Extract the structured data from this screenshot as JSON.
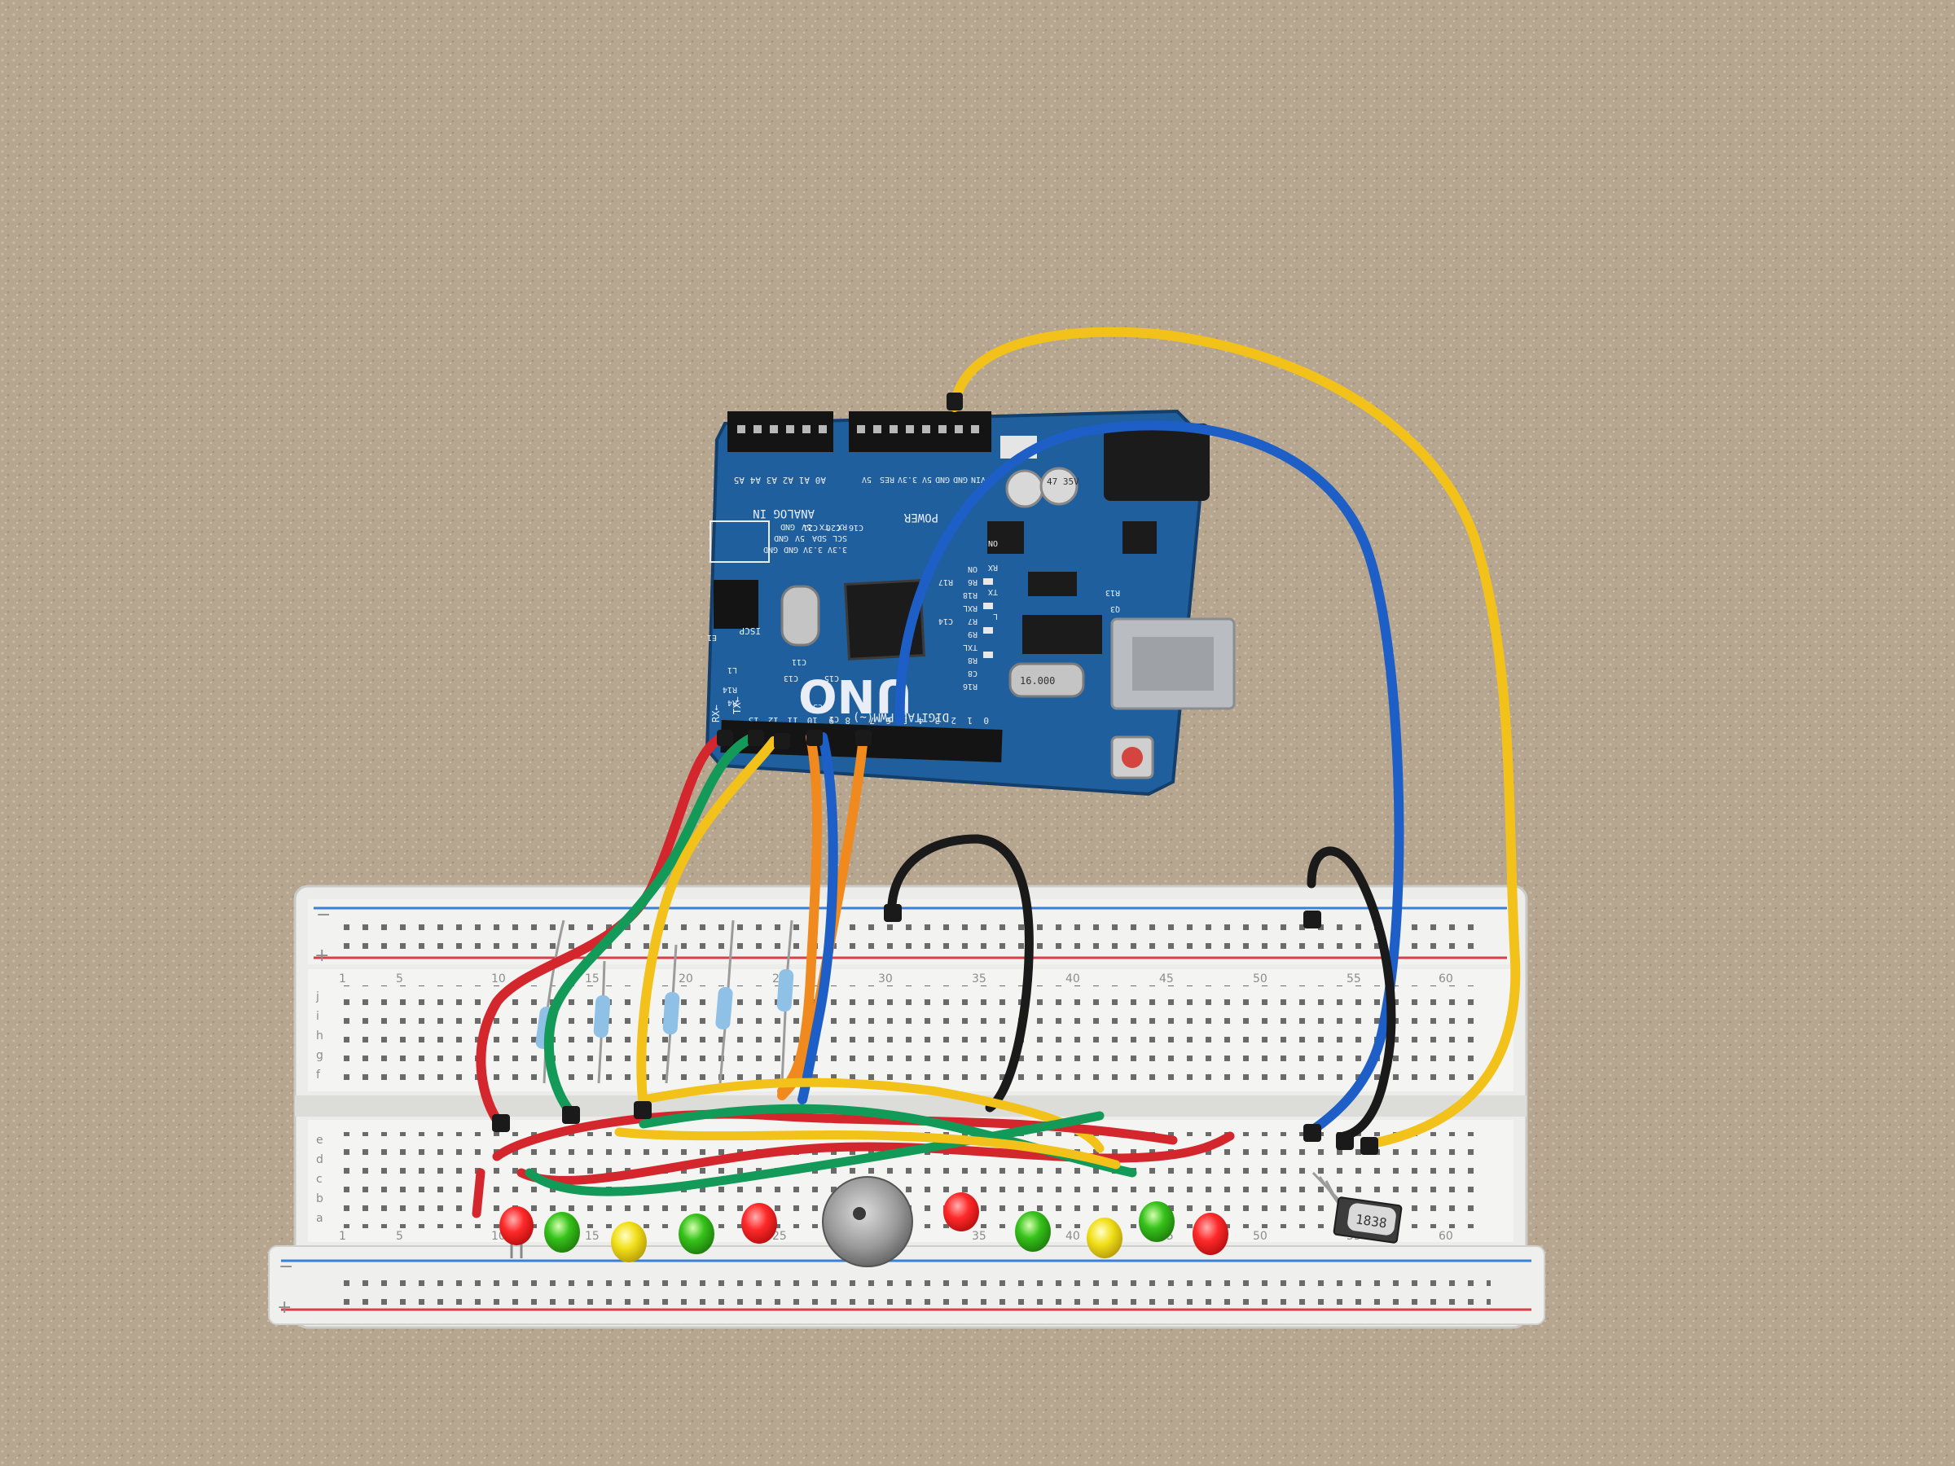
{
  "board": {
    "logo": "UNO",
    "analog_header": "ANALOG IN",
    "analog_pins": [
      "A0",
      "A1",
      "A2",
      "A3",
      "A4",
      "A5"
    ],
    "power_header": "POWER",
    "power_pins": [
      "VIN",
      "GND",
      "GND",
      "5V",
      "3.3V",
      "RES",
      "5V"
    ],
    "digital_header": "DIGITAL PWM(~)",
    "digital_pins": [
      "0",
      "1",
      "2",
      "3",
      "4",
      "5",
      "6",
      "7",
      "8",
      "9",
      "10",
      "11",
      "12",
      "13"
    ],
    "icsp_label": "ISCP",
    "tx_label": "TX",
    "rx_label": "RX",
    "tx_arrow_label": "TX←",
    "rx_arrow_label": "RX←",
    "on_label": "ON",
    "l_label": "L",
    "crystal_label": "16.000",
    "cap_label": "47 35V",
    "bottom_labels": [
      "3.3V",
      "3.3V",
      "GND",
      "GND",
      "SCL",
      "SDA",
      "5V",
      "GND",
      "RX",
      "TX",
      "5V",
      "GND"
    ],
    "side_labels": [
      "R16",
      "C8",
      "R8",
      "TXL",
      "R9",
      "R7",
      "RXL",
      "R18",
      "R6",
      "ON",
      "R17",
      "C14"
    ],
    "refs": [
      "R13",
      "Q3",
      "C13",
      "C15",
      "C11",
      "C16",
      "C20",
      "C21",
      "R4",
      "R14",
      "L1",
      "E1",
      "C1",
      "C3"
    ]
  },
  "breadboard": {
    "col_numbers": [
      "1",
      "5",
      "10",
      "15",
      "20",
      "25",
      "30",
      "35",
      "40",
      "45",
      "50",
      "55",
      "60"
    ],
    "row_letters_top": [
      "j",
      "i",
      "h",
      "g",
      "f"
    ],
    "row_letters_bottom": [
      "e",
      "d",
      "c",
      "b",
      "a"
    ],
    "rail_plus": "+",
    "rail_minus": "−"
  },
  "sensor_label": "1838",
  "colors": {
    "board": "#1f5f9e",
    "wire_red": "#d3262d",
    "wire_green": "#149a58",
    "wire_yellow": "#f2c21b",
    "wire_orange": "#f08a1e",
    "wire_blue": "#1d5fc6",
    "wire_black": "#1a1a1a"
  }
}
